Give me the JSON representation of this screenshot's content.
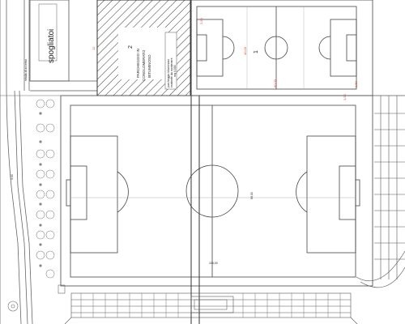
{
  "labels": {
    "building": "spogliatoi",
    "parking_number": "2",
    "parking_line1": "PARCHEGGIO IN",
    "parking_line2": "CONGLOMERATO",
    "parking_line3": "BITUMINOSO",
    "field_number": "1",
    "note_line1": "parcheggio bituminoso",
    "note_line2": "esistente da mantenere",
    "note_line3": "mq 4.000",
    "main_dim_vertical": "68,00",
    "main_dim_horizontal": "105,00",
    "small_dim_top": "2,50",
    "small_dim_vertical": "40,00",
    "small_dim_horizontal": "60,00",
    "small_dim_right": "2,50",
    "small_dim_margin": "1,50",
    "left_dim": "3,00",
    "left_street": "strada di accesso",
    "west_dim": "12"
  },
  "colors": {
    "line": "#555555",
    "dim_red": "#d04a3a",
    "hatch": "#444444",
    "tree": "#888888"
  }
}
